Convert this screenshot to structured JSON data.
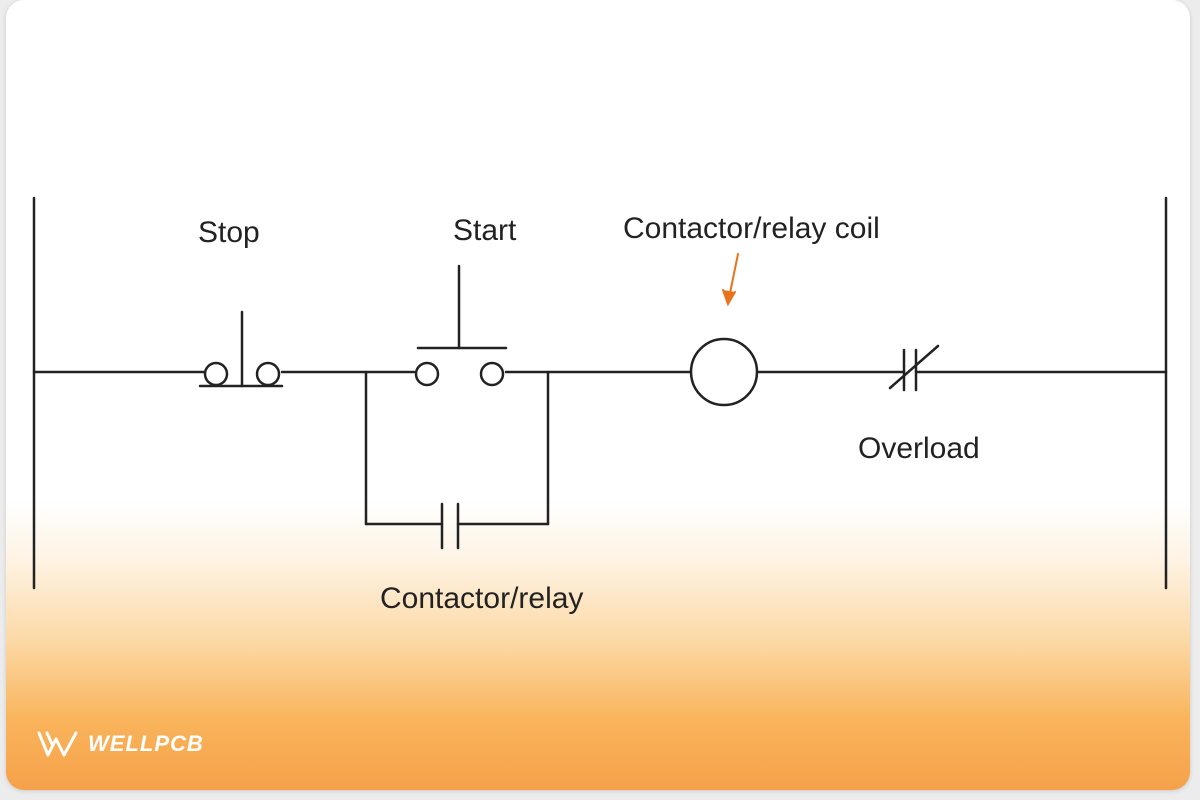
{
  "labels": {
    "stop": "Stop",
    "start": "Start",
    "coil": "Contactor/relay coil",
    "overload": "Overload",
    "contactor": "Contactor/relay"
  },
  "brand": {
    "name": "WELLPCB",
    "logo_icon": "wellpcb-logo-icon"
  },
  "colors": {
    "line": "#222222",
    "arrow": "#e8731c",
    "gradient_bottom": "#f6a14a"
  }
}
